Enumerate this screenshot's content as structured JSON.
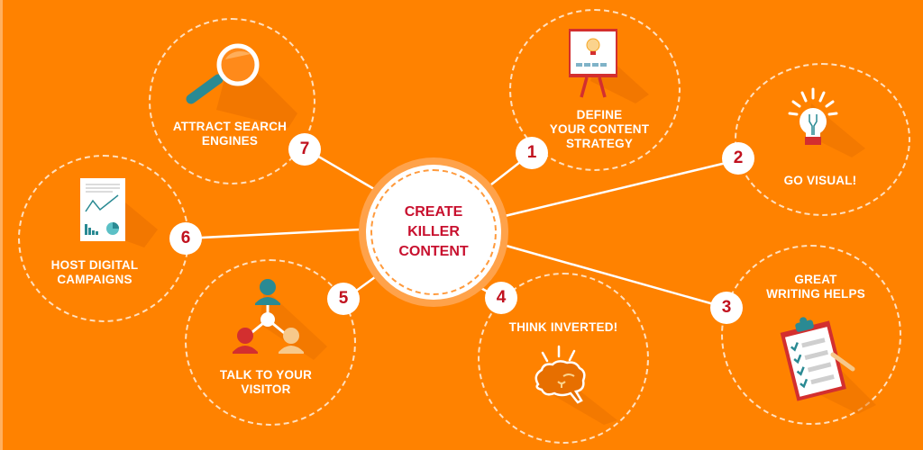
{
  "colors": {
    "background": "#ff8200",
    "badge_text": "#c1121f",
    "center_text": "#c8102e",
    "label_text": "#ffffff",
    "teal": "#2a8a93",
    "red": "#d32f2f",
    "beige": "#f7c98b"
  },
  "center": {
    "title": "CREATE\nKILLER\nCONTENT"
  },
  "nodes": [
    {
      "number": "1",
      "label": "DEFINE\nYOUR CONTENT\nSTRATEGY",
      "icon": "easel-lightbulb-icon"
    },
    {
      "number": "2",
      "label": "GO VISUAL!",
      "icon": "lightbulb-icon"
    },
    {
      "number": "3",
      "label": "GREAT\nWRITING HELPS",
      "icon": "clipboard-checklist-icon"
    },
    {
      "number": "4",
      "label": "THINK INVERTED!",
      "icon": "brain-icon"
    },
    {
      "number": "5",
      "label": "TALK TO YOUR\nVISITOR",
      "icon": "people-network-icon"
    },
    {
      "number": "6",
      "label": "HOST DIGITAL\nCAMPAIGNS",
      "icon": "report-chart-icon"
    },
    {
      "number": "7",
      "label": "ATTRACT SEARCH\nENGINES",
      "icon": "magnifying-glass-icon"
    }
  ]
}
